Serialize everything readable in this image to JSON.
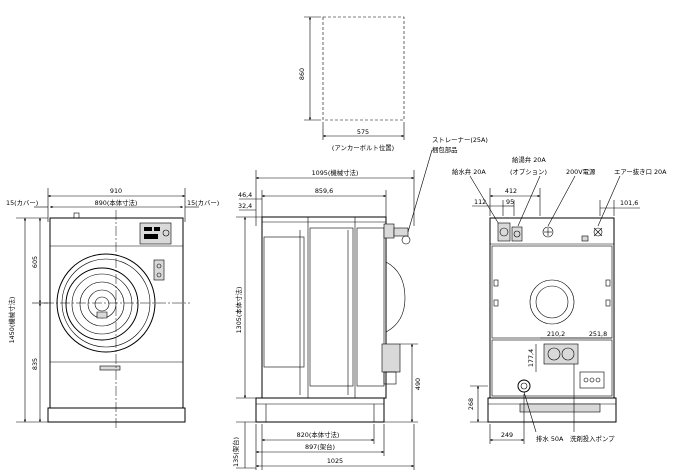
{
  "anchor_view": {
    "dim_height": "860",
    "dim_width": "575",
    "caption": "(アンカーボルト位置)"
  },
  "front_view": {
    "dim_total_width": "910",
    "dim_body_width": "890(本体寸法)",
    "cover_left": "15(カバー)",
    "cover_right": "15(カバー)",
    "dim_upper": "605",
    "dim_lower": "835",
    "dim_machine_height": "1450(機械寸法)"
  },
  "side_view": {
    "dim_1095": "1095(機械寸法)",
    "dim_859": "859,6",
    "dim_46": "46,4",
    "dim_32": "32,4",
    "dim_1305": "1305(本体寸法)",
    "dim_490": "490",
    "dim_135": "135(架台)",
    "dim_820": "820(本体寸法)",
    "dim_897": "897(架台)",
    "dim_1025": "1025",
    "strainer_label": "ストレーナー(25A)",
    "strainer_sub": "梱包部品"
  },
  "rear_view": {
    "water_supply": "給水弁 20A",
    "hot_water": "給湯弁 20A",
    "hot_water_option": "(オプション)",
    "power": "200V電源",
    "air_vent": "エアー抜き口 20A",
    "dim_412": "412",
    "dim_112": "112",
    "dim_95": "95",
    "dim_101": "101,6",
    "dim_210": "210,2",
    "dim_251": "251,8",
    "dim_177": "177,4",
    "dim_268": "268",
    "dim_249": "249",
    "drain": "排水 50A",
    "detergent_pump": "洗剤投入ポンプ"
  }
}
